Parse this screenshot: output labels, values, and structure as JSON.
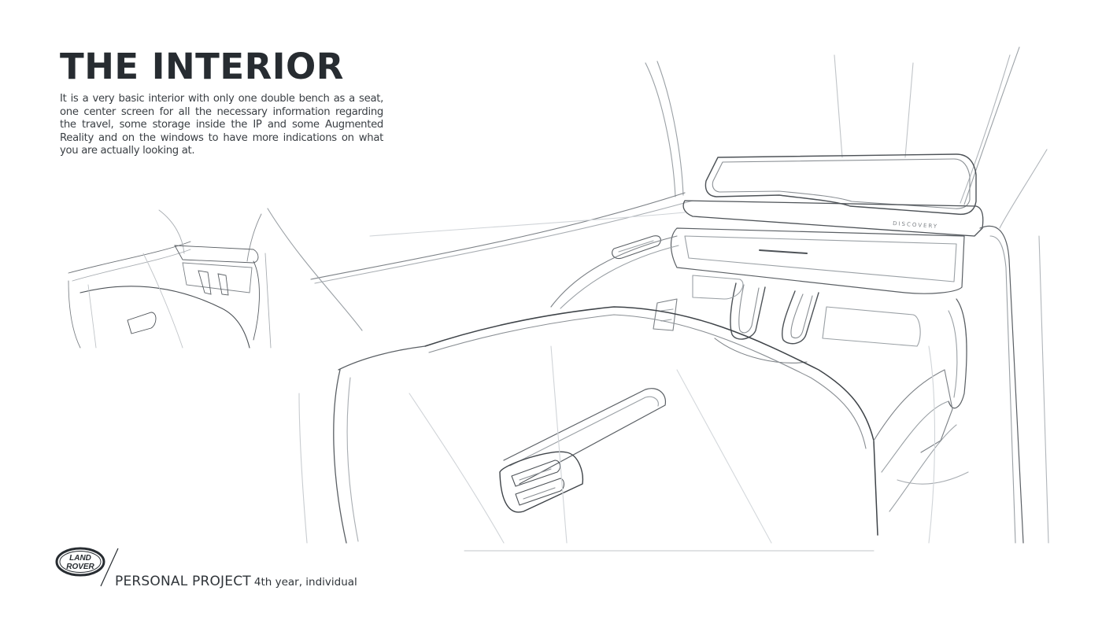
{
  "page": {
    "title": "THE INTERIOR",
    "description": "It is a very basic interior with only one double bench as a seat, one center screen for all the necessary information regarding the travel, some storage inside the IP and some Augmented Reality and on the windows to have more indications on what you are actually looking at."
  },
  "sketch": {
    "icon": "interior-sketch-icon",
    "main_label": "DISCOVERY"
  },
  "footer": {
    "logo_line1": "LAND",
    "logo_line2": "ROVER",
    "project_label": "PERSONAL PROJECT",
    "project_sub": "4th year, individual"
  },
  "colors": {
    "ink": "#2b2f33",
    "pencil": "#8a8f94",
    "pencil_dark": "#4d5257",
    "background": "#ffffff"
  }
}
